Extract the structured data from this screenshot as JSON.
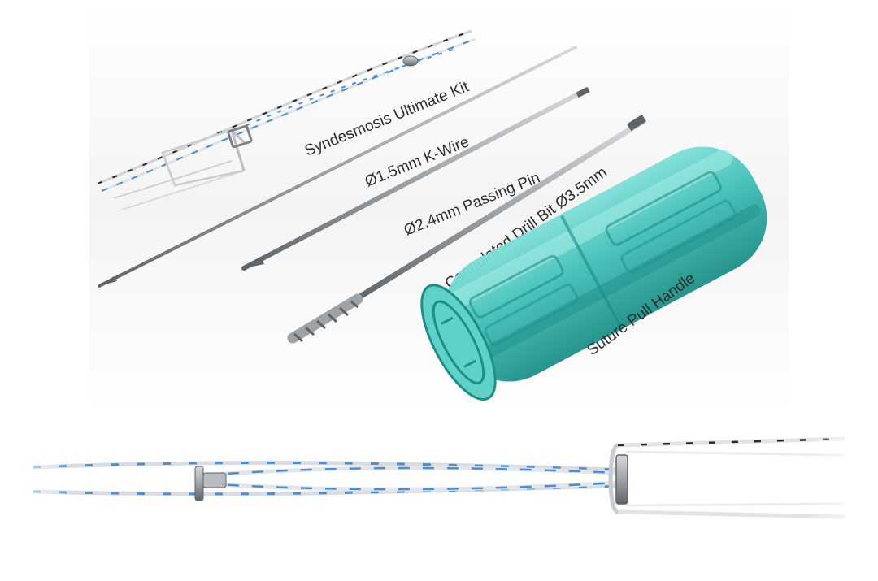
{
  "labels": {
    "suture_kit": "Syndesmosis Ultimate Kit",
    "k_wire": "Ø1.5mm K-Wire",
    "passing_pin": "Ø2.4mm Passing Pin",
    "drill_bit": "Cannulated Drill Bit Ø3.5mm",
    "pull_handle": "Suture Pull Handle"
  },
  "colors": {
    "handle": "#3fbfb6",
    "handle_dark": "#1d8f87",
    "suture_blue": "#4a8fd6",
    "suture_black": "#2a2a2a",
    "steel": "#9ea3a8",
    "steel_dark": "#5f6469"
  }
}
